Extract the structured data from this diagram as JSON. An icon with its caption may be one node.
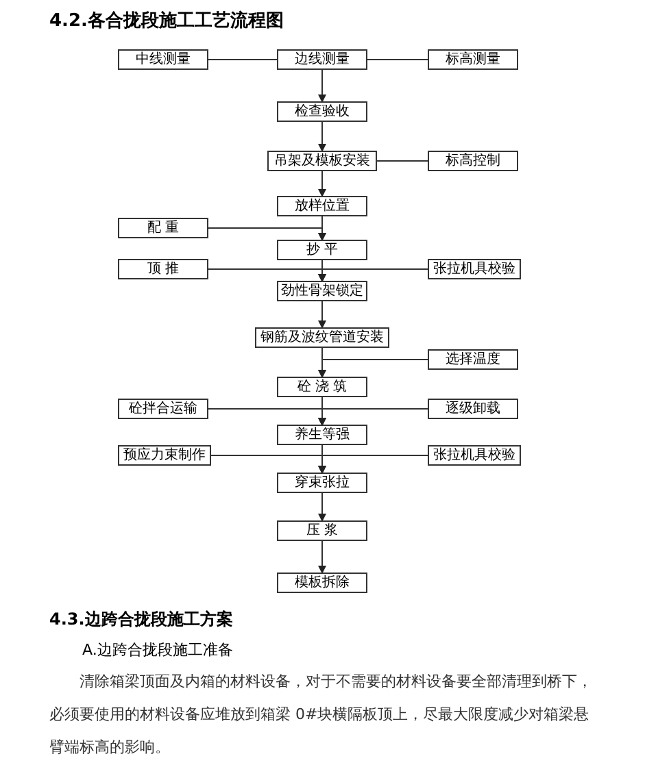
{
  "diagram": {
    "title": "4.2.各合拢段施工工艺流程图",
    "nodes": [
      {
        "text": [
          "中线测量"
        ]
      },
      {
        "text": [
          "边线测量"
        ]
      },
      {
        "text": [
          "标高测量"
        ]
      },
      {
        "text": [
          "检查验收"
        ]
      },
      {
        "text": [
          "吊架及模板安装"
        ]
      },
      {
        "text": [
          "标高控制"
        ]
      },
      {
        "text": [
          "放样位置"
        ]
      },
      {
        "text": [
          "配 重"
        ]
      },
      {
        "text": [
          "抄 平"
        ]
      },
      {
        "text": [
          "顶 推"
        ]
      },
      {
        "text": [
          "张拉机具校验"
        ]
      },
      {
        "text": [
          "劲性骨架锁定"
        ]
      },
      {
        "text": [
          "钢筋及波纹管道安装"
        ]
      },
      {
        "text": [
          "选择温度"
        ]
      },
      {
        "text": [
          "砼 浇 筑"
        ]
      },
      {
        "text": [
          "砼拌合运输"
        ]
      },
      {
        "text": [
          "逐级卸载"
        ]
      },
      {
        "text": [
          "养生等强"
        ]
      },
      {
        "text": [
          "预应力束制作"
        ]
      },
      {
        "text": [
          "张拉机具校验"
        ]
      },
      {
        "text": [
          "穿束张拉"
        ]
      },
      {
        "text": [
          "压 浆"
        ]
      },
      {
        "text": [
          "模板拆除"
        ]
      }
    ],
    "edges": [
      {
        "from": 0,
        "to": 1,
        "arrow": "none"
      },
      {
        "from": 2,
        "to": 1,
        "arrow": "none"
      },
      {
        "from": 1,
        "to": 3,
        "arrow": "to"
      },
      {
        "from": 3,
        "to": 4,
        "arrow": "to"
      },
      {
        "from": 5,
        "to": 4,
        "arrow": "none"
      },
      {
        "from": 4,
        "to": 6,
        "arrow": "to"
      },
      {
        "from": 6,
        "to": 8,
        "arrow": "to"
      },
      {
        "from": 7,
        "to": 8,
        "arrow": "to"
      },
      {
        "from": 8,
        "to": 11,
        "arrow": "to"
      },
      {
        "from": 9,
        "to": 11,
        "arrow": "to"
      },
      {
        "from": 10,
        "to": 11,
        "arrow": "to"
      },
      {
        "from": 11,
        "to": 12,
        "arrow": "to"
      },
      {
        "from": 12,
        "to": 14,
        "arrow": "to"
      },
      {
        "from": 13,
        "to": 14,
        "arrow": "to"
      },
      {
        "from": 14,
        "to": 17,
        "arrow": "to"
      },
      {
        "from": 15,
        "to": 17,
        "arrow": "to"
      },
      {
        "from": 16,
        "to": 17,
        "arrow": "to"
      },
      {
        "from": 17,
        "to": 20,
        "arrow": "to"
      },
      {
        "from": 18,
        "to": 20,
        "arrow": "to"
      },
      {
        "from": 19,
        "to": 20,
        "arrow": "to"
      },
      {
        "from": 20,
        "to": 21,
        "arrow": "to"
      },
      {
        "from": 21,
        "to": 22,
        "arrow": "to"
      }
    ],
    "labels": [
      "4.3.边跨合拢段施工方案",
      "A.边跨合拢段施工准备",
      "清除箱梁顶面及内箱的材料设备，对于不需要的材料设备要全部清理到桥下，必须要使用的材料设备应堆放到箱梁 0#块横隔板顶上，尽最大限度减少对箱梁悬臂端标高的影响。"
    ]
  }
}
